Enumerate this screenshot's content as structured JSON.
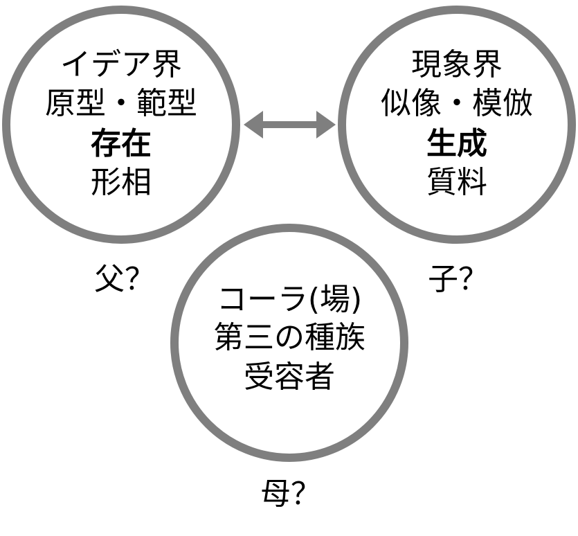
{
  "colors": {
    "ring": "#7f7f7f",
    "arrow": "#7f7f7f",
    "text": "#000000"
  },
  "ideas": {
    "lines": [
      "イデア界",
      "原型・範型",
      "存在",
      "形相"
    ],
    "role": "父？"
  },
  "phenomena": {
    "lines": [
      "現象界",
      "似像・模倣",
      "生成",
      "質料"
    ],
    "role": "子？"
  },
  "chora": {
    "lines": [
      "コーラ(場)",
      "第三の種族",
      "受容者"
    ],
    "role": "母？"
  },
  "arrow": {
    "icon": "double-headed-arrow-icon"
  }
}
